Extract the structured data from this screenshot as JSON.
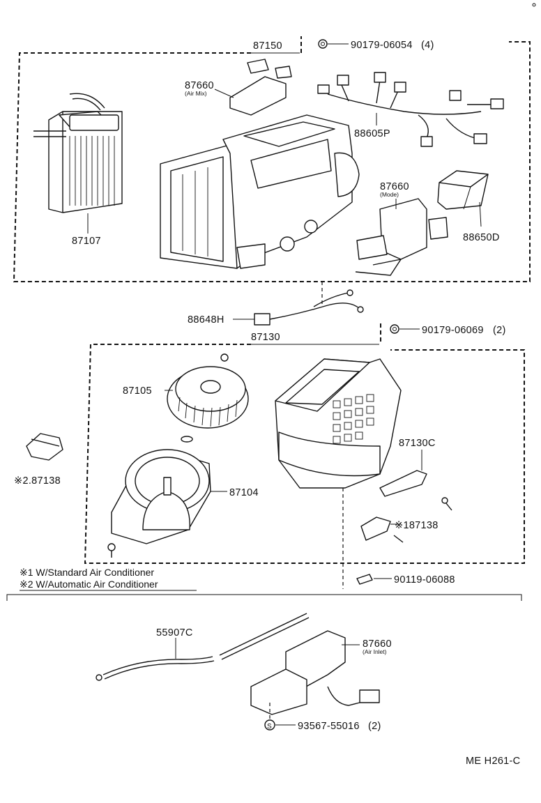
{
  "parts": {
    "heater_unit": "87150",
    "air_mix_servo": "87660",
    "air_mix_label": "(Air Mix)",
    "bolt_top": "90179-06054",
    "bolt_top_qty": "(4)",
    "heater_core": "87107",
    "wire_harness": "88605P",
    "mode_servo": "87660",
    "mode_label": "(Mode)",
    "amplifier": "88650D",
    "sub_harness": "88648H",
    "blower_unit": "87130",
    "bolt_mid": "90179-06069",
    "bolt_mid_qty": "(2)",
    "blower_fan": "87105",
    "blower_motor": "87104",
    "resistor_cover": "87130C",
    "resistor_auto": "※2.87138",
    "resistor_std": "※187138",
    "screw": "90119-06088",
    "control_cable": "55907C",
    "air_inlet_servo": "87660",
    "air_inlet_label": "(Air Inlet)",
    "screw_s": "93567-55016",
    "screw_s_qty": "(2)",
    "screw_s_mark": "S"
  },
  "notes": {
    "note1": "※1  W/Standard Air Conditioner",
    "note2": "※2  W/Automatic Air Conditioner"
  },
  "figure_code": "ME H261-C"
}
